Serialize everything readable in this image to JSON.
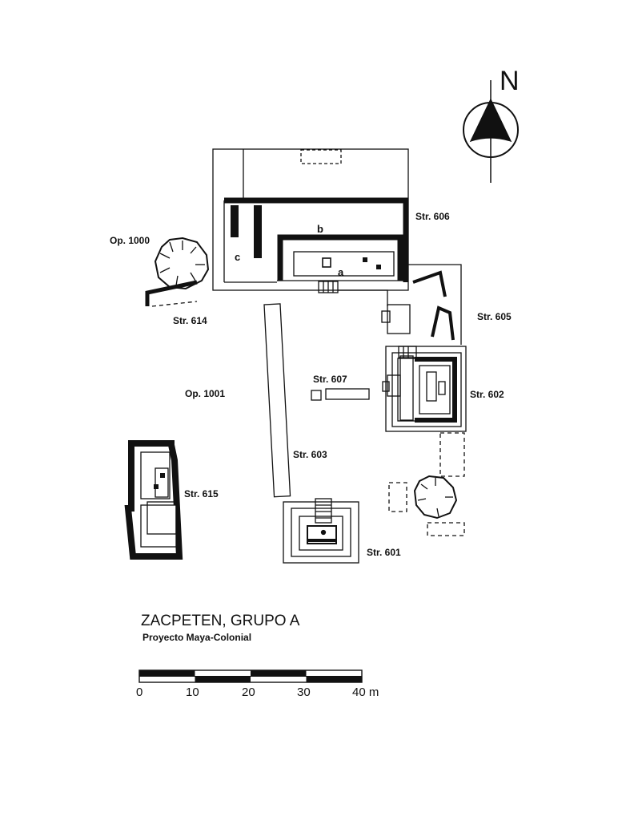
{
  "map": {
    "title": "ZACPETEN, GRUPO A",
    "subtitle": "Proyecto Maya-Colonial",
    "north_label": "N",
    "colors": {
      "ink": "#111111",
      "paper": "#ffffff"
    }
  },
  "structures": {
    "str_606": "Str. 606",
    "str_605": "Str. 605",
    "str_602": "Str. 602",
    "str_607": "Str. 607",
    "str_603": "Str. 603",
    "str_615": "Str. 615",
    "str_601": "Str. 601",
    "str_614": "Str. 614",
    "op_1000": "Op. 1000",
    "op_1001": "Op. 1001"
  },
  "room_letters": {
    "a": "a",
    "b": "b",
    "c": "c"
  },
  "scale_bar": {
    "ticks": [
      "0",
      "10",
      "20",
      "30",
      "40 m"
    ],
    "segments": 4
  }
}
